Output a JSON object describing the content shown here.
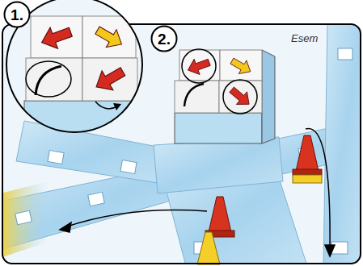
{
  "diagram": {
    "nodes": [
      {
        "text": [
          "1."
        ]
      },
      {
        "text": [
          "2."
        ]
      }
    ],
    "labels": [
      "Esem"
    ]
  }
}
